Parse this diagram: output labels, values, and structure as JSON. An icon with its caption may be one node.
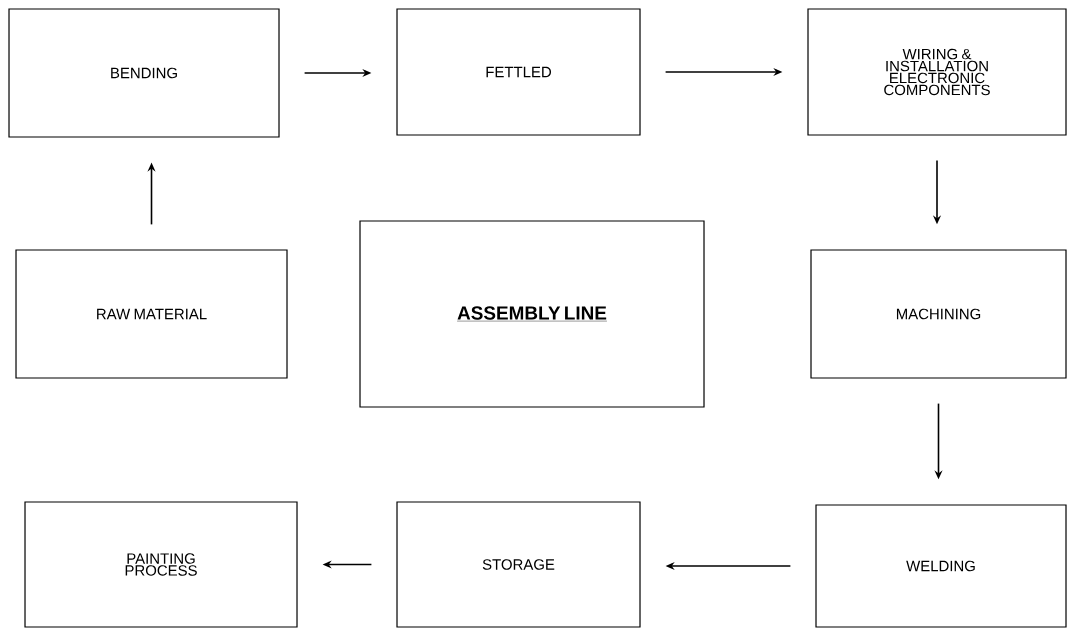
{
  "diagram": {
    "nodes": [
      {
        "text": [
          "BENDING"
        ]
      },
      {
        "text": [
          "FETTLED"
        ]
      },
      {
        "text": [
          "WIRING & INSTALLATION ELECTRONIC COMPONENTS"
        ]
      },
      {
        "text": [
          "RAW MATERIAL"
        ]
      },
      {
        "text": [
          "ASSEMBLY LINE"
        ]
      },
      {
        "text": [
          "MACHINING"
        ]
      },
      {
        "text": [
          "PAINTING PROCESS"
        ]
      },
      {
        "text": [
          "STORAGE"
        ]
      },
      {
        "text": [
          "WELDING"
        ]
      }
    ],
    "edges": [
      {
        "from": 3,
        "to": 0,
        "arrow": "to"
      },
      {
        "from": 0,
        "to": 1,
        "arrow": "to"
      },
      {
        "from": 1,
        "to": 2,
        "arrow": "to"
      },
      {
        "from": 2,
        "to": 5,
        "arrow": "to"
      },
      {
        "from": 5,
        "to": 8,
        "arrow": "to"
      },
      {
        "from": 8,
        "to": 7,
        "arrow": "to"
      },
      {
        "from": 7,
        "to": 6,
        "arrow": "to"
      }
    ]
  }
}
